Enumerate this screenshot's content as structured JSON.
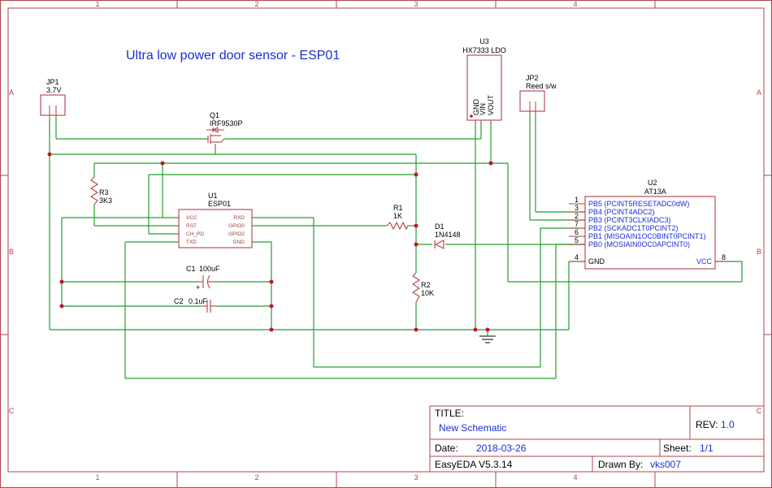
{
  "schematic": {
    "title": "Ultra low power door sensor - ESP01",
    "zones_top": [
      "1",
      "2",
      "3",
      "4"
    ],
    "zones_side": [
      "A",
      "B",
      "C"
    ]
  },
  "components": {
    "jp1": {
      "ref": "JP1",
      "value": "3.7V"
    },
    "jp2": {
      "ref": "JP2",
      "value": "Reed s/w"
    },
    "u3": {
      "ref": "U3",
      "value": "HX7333 LDO",
      "pins": [
        "GND",
        "VIN",
        "VOUT"
      ]
    },
    "q1": {
      "ref": "Q1",
      "value": "IRF9530P"
    },
    "u1": {
      "ref": "U1",
      "value": "ESP01",
      "left_pins": [
        "VCC",
        "RST",
        "CH_PD",
        "TXD"
      ],
      "right_pins": [
        "RXD",
        "GPIO0",
        "GPIO2",
        "GND"
      ]
    },
    "r3": {
      "ref": "R3",
      "value": "3K3"
    },
    "r1": {
      "ref": "R1",
      "value": "1K"
    },
    "r2": {
      "ref": "R2",
      "value": "10K"
    },
    "d1": {
      "ref": "D1",
      "value": "1N4148"
    },
    "c1": {
      "ref": "C1",
      "value": "100uF"
    },
    "c2": {
      "ref": "C2",
      "value": "0.1uF"
    },
    "u2": {
      "ref": "U2",
      "value": "AT13A",
      "pins": [
        {
          "num": "1",
          "label": "PB5 (PCINT5RESETADC0dW)"
        },
        {
          "num": "3",
          "label": "PB4 (PCINT4ADC2)"
        },
        {
          "num": "2",
          "label": "PB3 (PCINT3CLKIADC3)"
        },
        {
          "num": "7",
          "label": "PB2 (SCKADC1T0PCINT2)"
        },
        {
          "num": "6",
          "label": "PB1 (MISOAIN1OC0BINT0PCINT1)"
        },
        {
          "num": "5",
          "label": "PB0 (MOSIAIN0OC0APCINT0)"
        }
      ],
      "gnd_num": "4",
      "gnd_label": "GND",
      "vcc_num": "8",
      "vcc_label": "VCC"
    }
  },
  "title_block": {
    "title_label": "TITLE:",
    "title_value": "New Schematic",
    "rev_label": "REV:",
    "rev_value": "1.0",
    "date_label": "Date:",
    "date_value": "2018-03-26",
    "sheet_label": "Sheet:",
    "sheet_value": "1/1",
    "software": "EasyEDA V5.3.14",
    "drawn_label": "Drawn By:",
    "drawn_value": "vks007"
  },
  "colors": {
    "frame": "#b0454a",
    "wire": "#22a02a",
    "component": "#b0404a",
    "junction": "#c8102e",
    "label_blue": "#1a2dd6"
  }
}
